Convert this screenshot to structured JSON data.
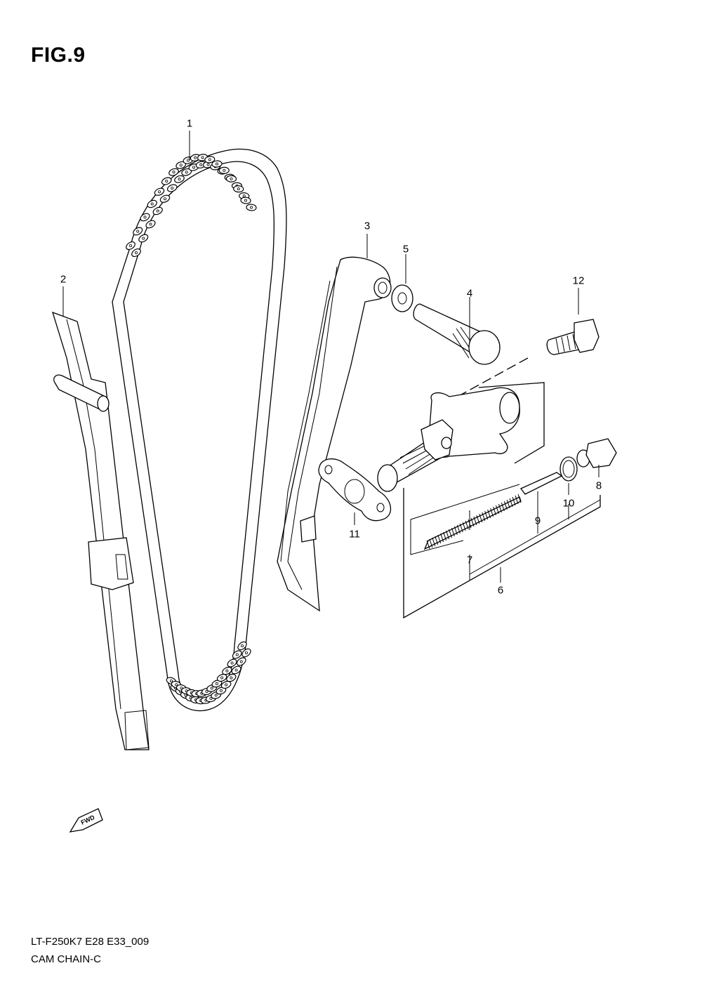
{
  "figure": {
    "title": "FIG.9"
  },
  "callouts": [
    "1",
    "2",
    "3",
    "4",
    "5",
    "6",
    "7",
    "8",
    "9",
    "10",
    "11",
    "12"
  ],
  "footer": {
    "model_code": "LT-F250K7  E28  E33_009",
    "part_name": "CAM CHAIN-C"
  },
  "fwd_label": "FWD"
}
